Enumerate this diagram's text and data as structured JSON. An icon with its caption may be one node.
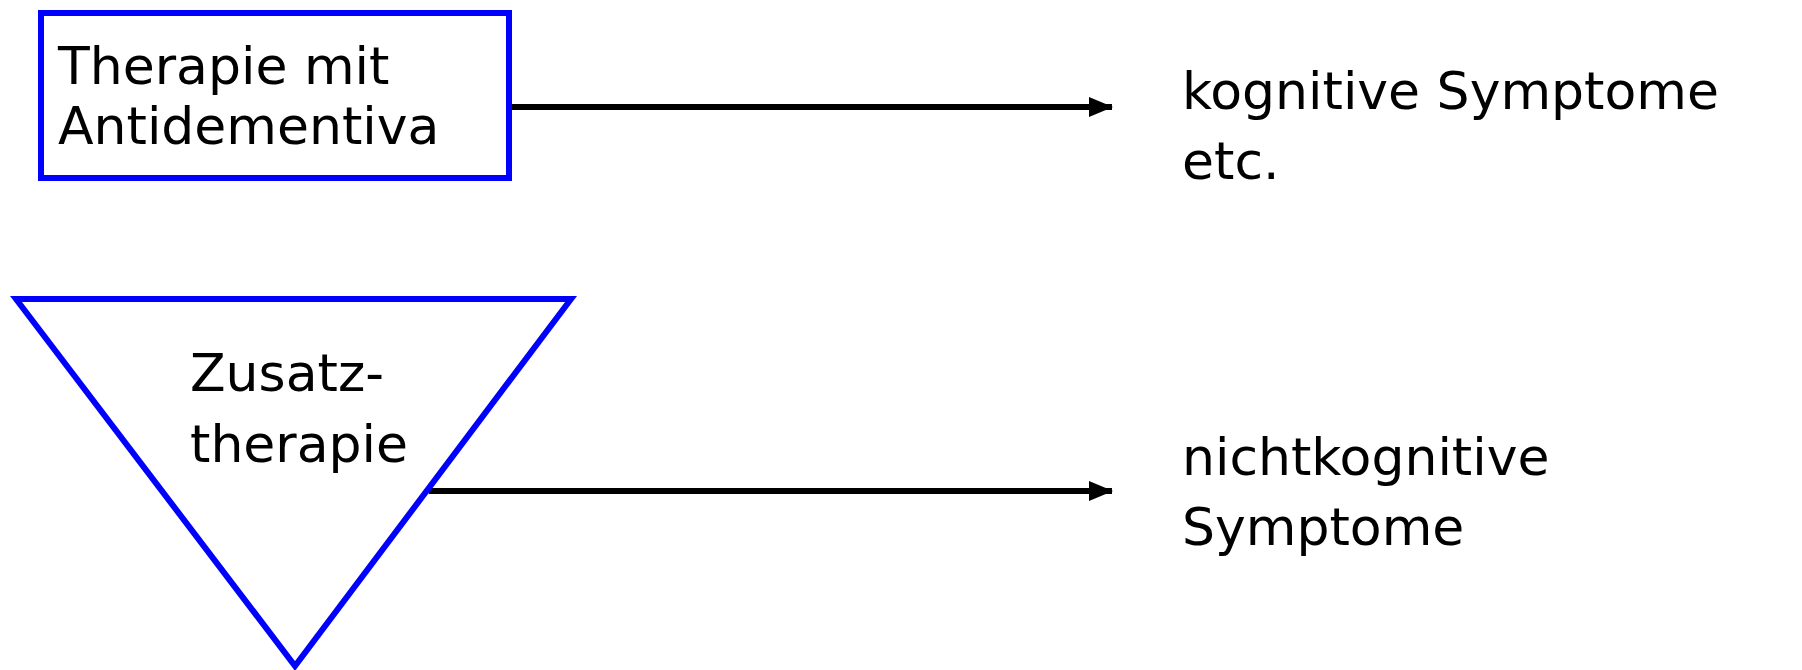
{
  "diagram": {
    "nodes": [
      {
        "text": [
          "Therapie mit Antidementiva"
        ]
      },
      {
        "text": [
          "kognitive Symptome etc."
        ]
      },
      {
        "text": [
          "Zusatz- therapie"
        ]
      },
      {
        "text": [
          "nichtkognitive Symptome"
        ]
      }
    ],
    "edges": [
      {
        "from": 0,
        "to": 1,
        "arrow": "to"
      },
      {
        "from": 2,
        "to": 3,
        "arrow": "to"
      }
    ]
  }
}
